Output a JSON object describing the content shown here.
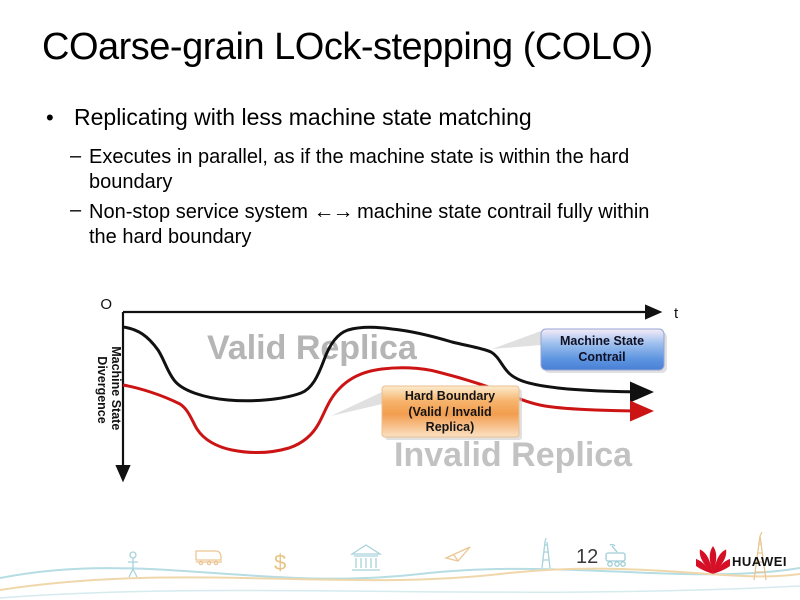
{
  "slide": {
    "title": "COarse-grain LOck-stepping  (COLO)",
    "bullet_glyph": "•",
    "dash_glyph": "–",
    "bullet_main": "Replicating with less machine state matching",
    "sub1": "Executes in parallel, as if the machine state is within the hard boundary",
    "sub2_before": "Non-stop service system ",
    "sub2_arrows": "←→",
    "sub2_after": " machine state contrail fully within the hard boundary"
  },
  "diagram": {
    "origin_label": "O",
    "x_axis_label": "t",
    "y_axis_label_line1": "Machine State",
    "y_axis_label_line2": "Divergence",
    "valid_region_label": "Valid Replica",
    "invalid_region_label": "Invalid Replica",
    "contrail_box_line1": "Machine State",
    "contrail_box_line2": "Contrail",
    "boundary_box_line1": "Hard Boundary",
    "boundary_box_line2": "(Valid / Invalid",
    "boundary_box_line3": "Replica)",
    "colors": {
      "valid_curve": "#111111",
      "invalid_curve": "#cc1414",
      "region_label_gray": "#b5b5b5",
      "contrail_box_bottom": "#4a7fd4",
      "boundary_box_mid": "#f29d4e"
    }
  },
  "footer": {
    "page_number": "12",
    "dollar_glyph": "$",
    "logo_text": "HUAWEI",
    "logo_color": "#d50f25"
  }
}
